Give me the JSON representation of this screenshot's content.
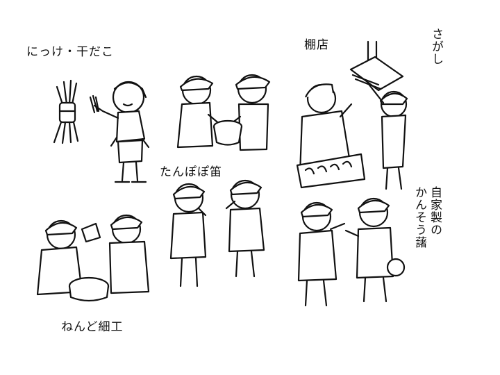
{
  "labels": {
    "nikke": "にっけ・干だこ",
    "tanaya": "棚店",
    "sagashi": "さがし",
    "tanpopo": "たんぽぽ笛",
    "jika_line1": "自家製の",
    "jika_line2": "かんそう藷",
    "nendo": "ねんど細工"
  },
  "colors": {
    "ink": "#111111",
    "paper": "#ffffff"
  }
}
